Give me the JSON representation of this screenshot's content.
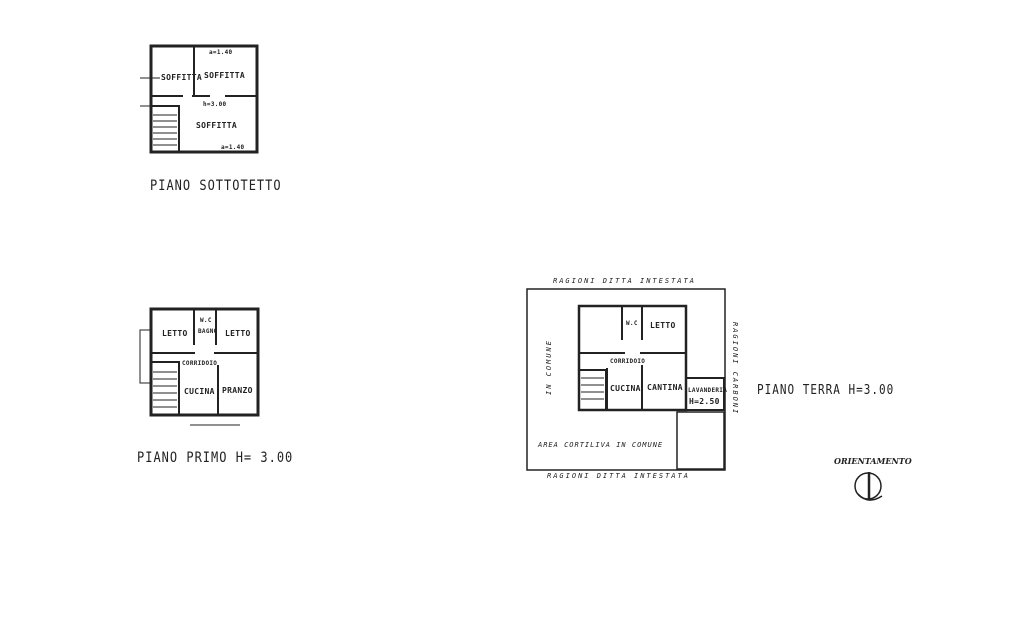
{
  "sottotetto": {
    "title": "PIANO SOTTOTETTO",
    "rooms": [
      "SOFFITTA",
      "SOFFITTA",
      "SOFFITTA"
    ],
    "height_label": "h=3.00",
    "dims": [
      "a=1.40",
      "a=1.40"
    ]
  },
  "primo": {
    "title": "PIANO PRIMO  H= 3.00",
    "rooms": {
      "letto1": "LETTO",
      "wc": "W.C",
      "bagno": "BAGNO",
      "letto2": "LETTO",
      "corridoio": "CORRIDOIO",
      "cucina": "CUCINA",
      "pranzo": "PRANZO"
    }
  },
  "terra": {
    "title": "PIANO TERRA  H=3.00",
    "rooms": {
      "wc": "W.C",
      "letto": "LETTO",
      "corridoio": "CORRIDOIO",
      "cucina": "CUCINA",
      "cantina": "CANTINA",
      "lavanderia": "LAVANDERIA",
      "lavanderia_h": "H=2.50"
    },
    "boundaries": {
      "top": "RAGIONI DITTA INTESTATA",
      "bottom": "RAGIONI DITTA INTESTATA",
      "left": "IN COMUNE",
      "right": "RAGIONI CARBONI",
      "courtyard": "AREA CORTILIVA IN COMUNE"
    }
  },
  "orientation": {
    "label": "ORIENTAMENTO"
  }
}
